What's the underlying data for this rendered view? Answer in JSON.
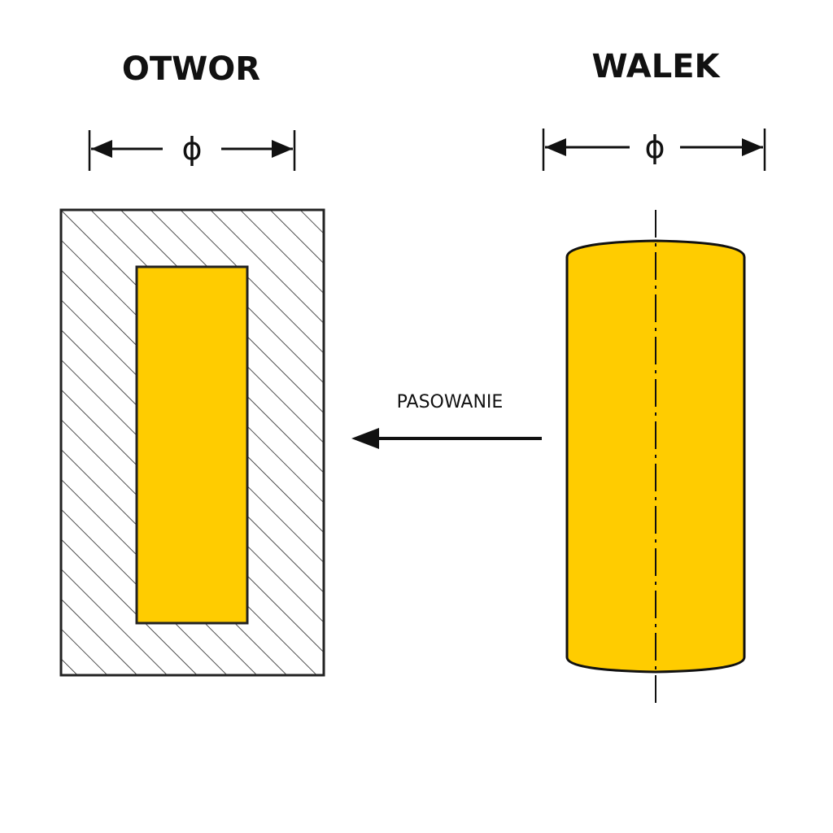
{
  "hole": {
    "title": "OTWOR",
    "dimension_symbol": "ϕ",
    "fill_color": "#FFCC00",
    "hatch_color": "#222222"
  },
  "shaft": {
    "title": "WALEK",
    "dimension_symbol": "ϕ",
    "fill_color": "#FFCC00"
  },
  "fit": {
    "label": "PASOWANIE",
    "arrow_direction": "left"
  },
  "colors": {
    "line": "#111111",
    "background": "#FFFFFF"
  }
}
